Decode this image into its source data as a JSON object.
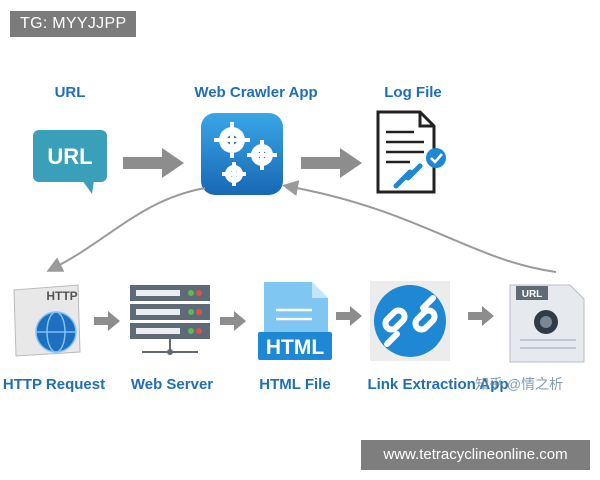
{
  "watermark_tag": "TG: MYYJJPP",
  "nodes": {
    "url": {
      "label": "URL",
      "icon_text": "URL"
    },
    "crawler": {
      "label": "Web Crawler App"
    },
    "log": {
      "label": "Log File"
    },
    "http": {
      "label": "HTTP Request",
      "icon_text": "HTTP"
    },
    "server": {
      "label": "Web Server"
    },
    "html": {
      "label": "HTML File",
      "icon_text": "HTML"
    },
    "link": {
      "label": "Link Extraction App"
    },
    "urlfile": {
      "icon_text": "URL"
    }
  },
  "overlay_watermark": "知乎 @情之析",
  "footer": "www.tetracyclineonline.com",
  "colors": {
    "label": "#1f6fb5",
    "accent": "#1e88d4",
    "arrow": "#9a9a9a"
  }
}
